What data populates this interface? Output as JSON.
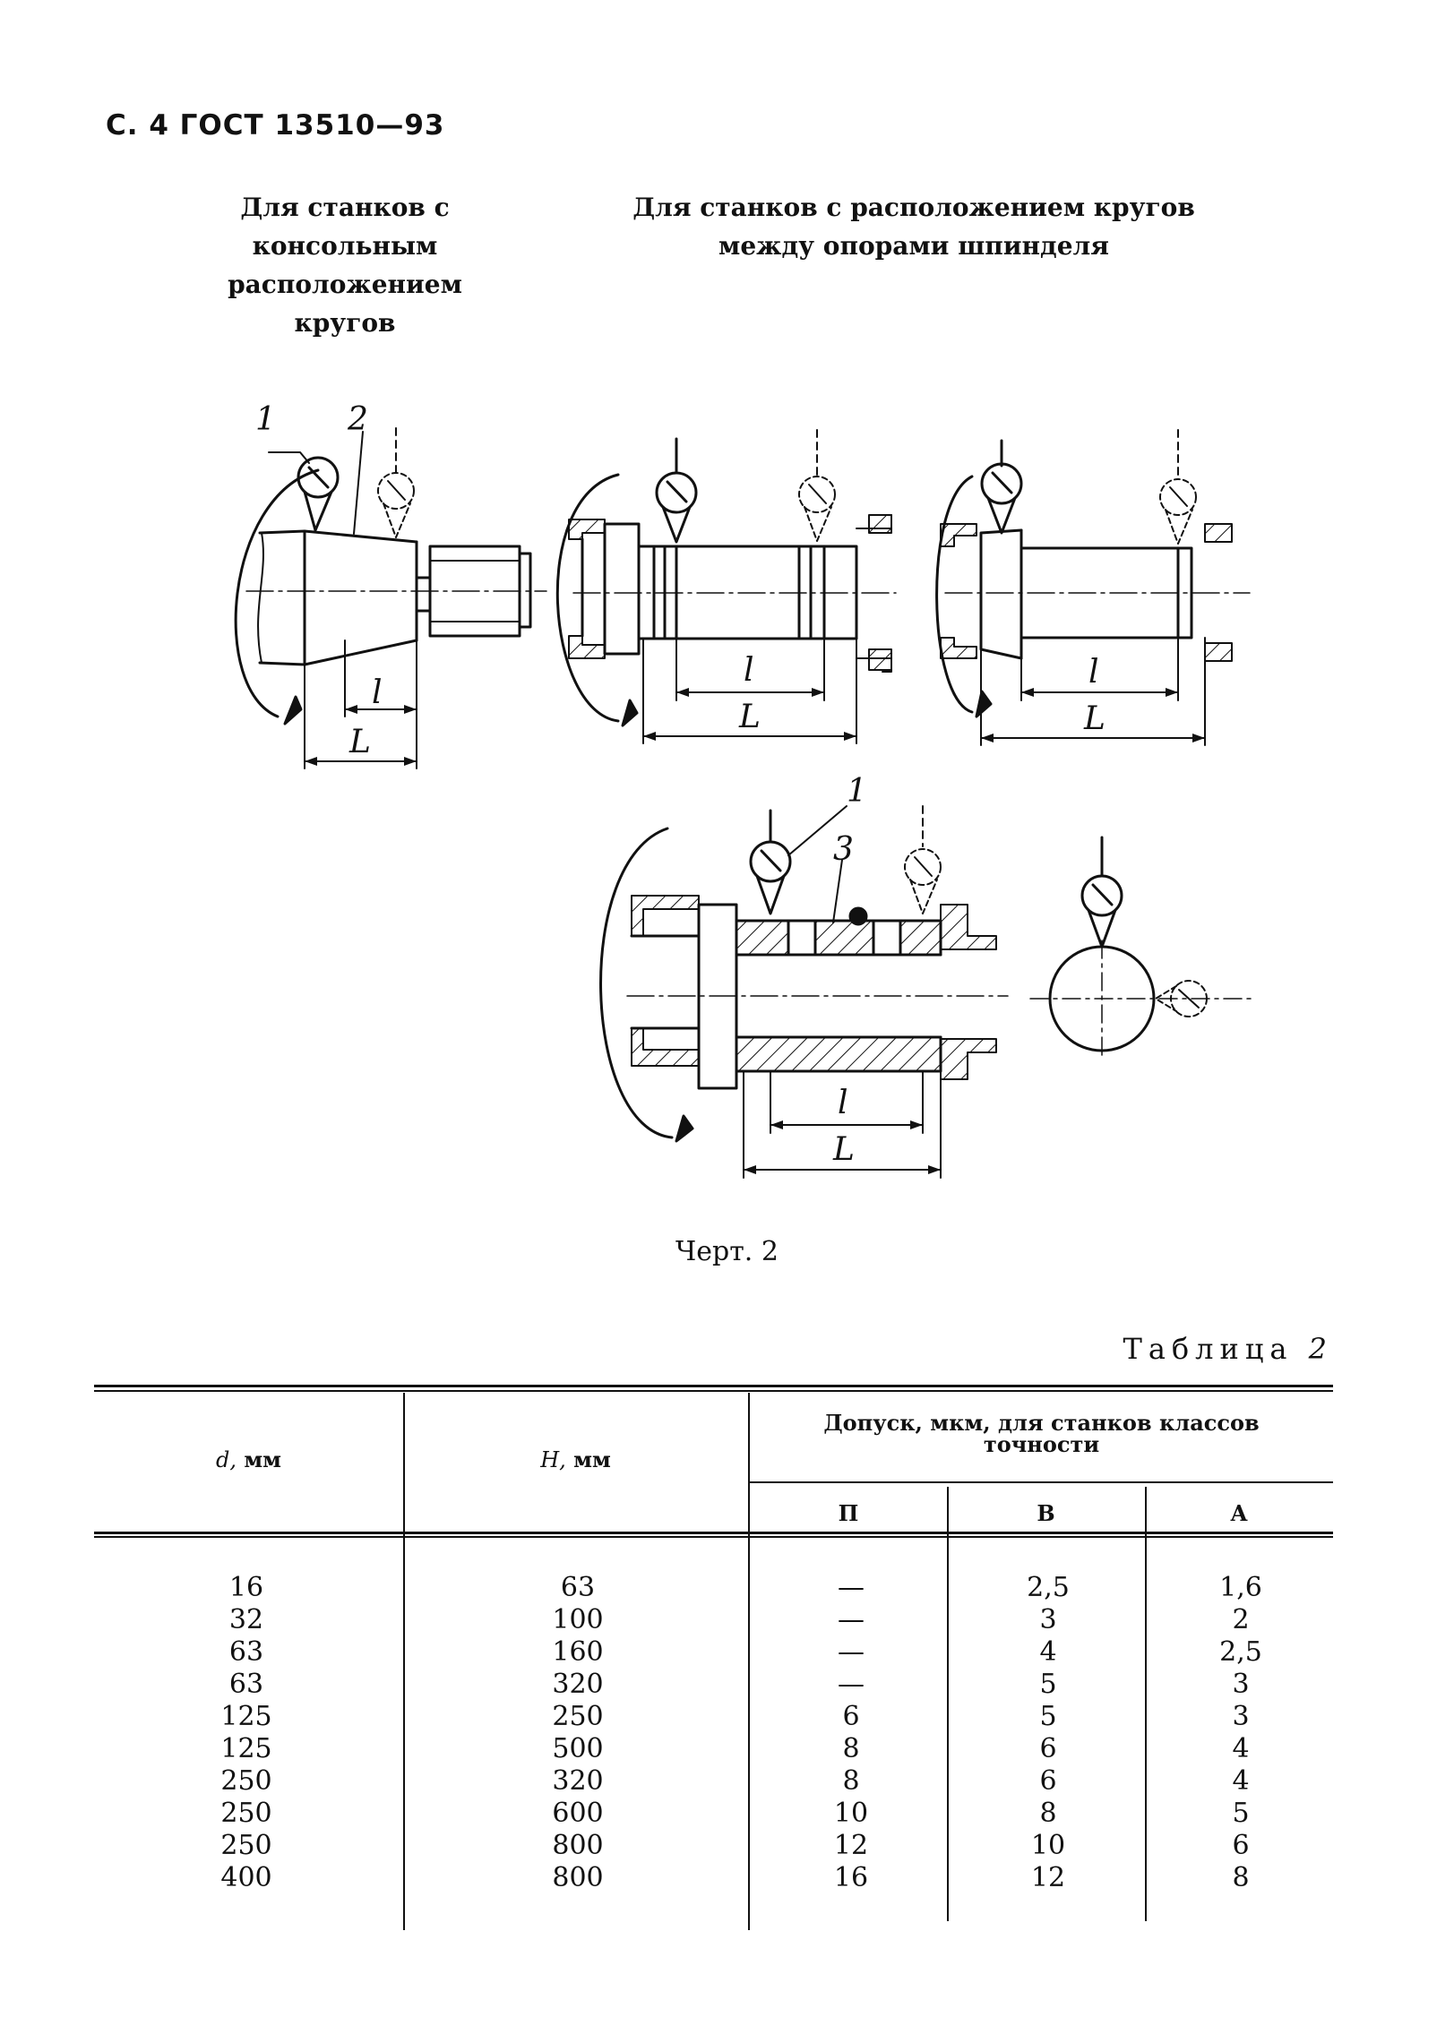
{
  "header": {
    "page_ref": "С. 4 ГОСТ 13510—93"
  },
  "captions": {
    "left": [
      "Для станков с",
      "консольным",
      "расположением",
      "кругов"
    ],
    "right": [
      "Для станков с расположением кругов",
      "между опорами шпинделя"
    ]
  },
  "figure": {
    "caption": "Черт. 2",
    "labels": {
      "indicator_1": "1",
      "surface_2": "2",
      "sleeve_3": "3",
      "short_dim": "l",
      "long_dim": "L"
    }
  },
  "table": {
    "label_word": "Таблица",
    "label_number": "2",
    "headers": {
      "d_var": "d,",
      "d_unit": "мм",
      "h_var": "H,",
      "h_unit": "мм",
      "tolerance": [
        "Допуск, мкм, для станков классов",
        "точности"
      ],
      "classes": [
        "П",
        "В",
        "А"
      ]
    },
    "rows": [
      [
        "16",
        "63",
        "—",
        "2,5",
        "1,6"
      ],
      [
        "32",
        "100",
        "—",
        "3",
        "2"
      ],
      [
        "63",
        "160",
        "—",
        "4",
        "2,5"
      ],
      [
        "63",
        "320",
        "—",
        "5",
        "3"
      ],
      [
        "125",
        "250",
        "6",
        "5",
        "3"
      ],
      [
        "125",
        "500",
        "8",
        "6",
        "4"
      ],
      [
        "250",
        "320",
        "8",
        "6",
        "4"
      ],
      [
        "250",
        "600",
        "10",
        "8",
        "5"
      ],
      [
        "250",
        "800",
        "12",
        "10",
        "6"
      ],
      [
        "400",
        "800",
        "16",
        "12",
        "8"
      ]
    ]
  }
}
